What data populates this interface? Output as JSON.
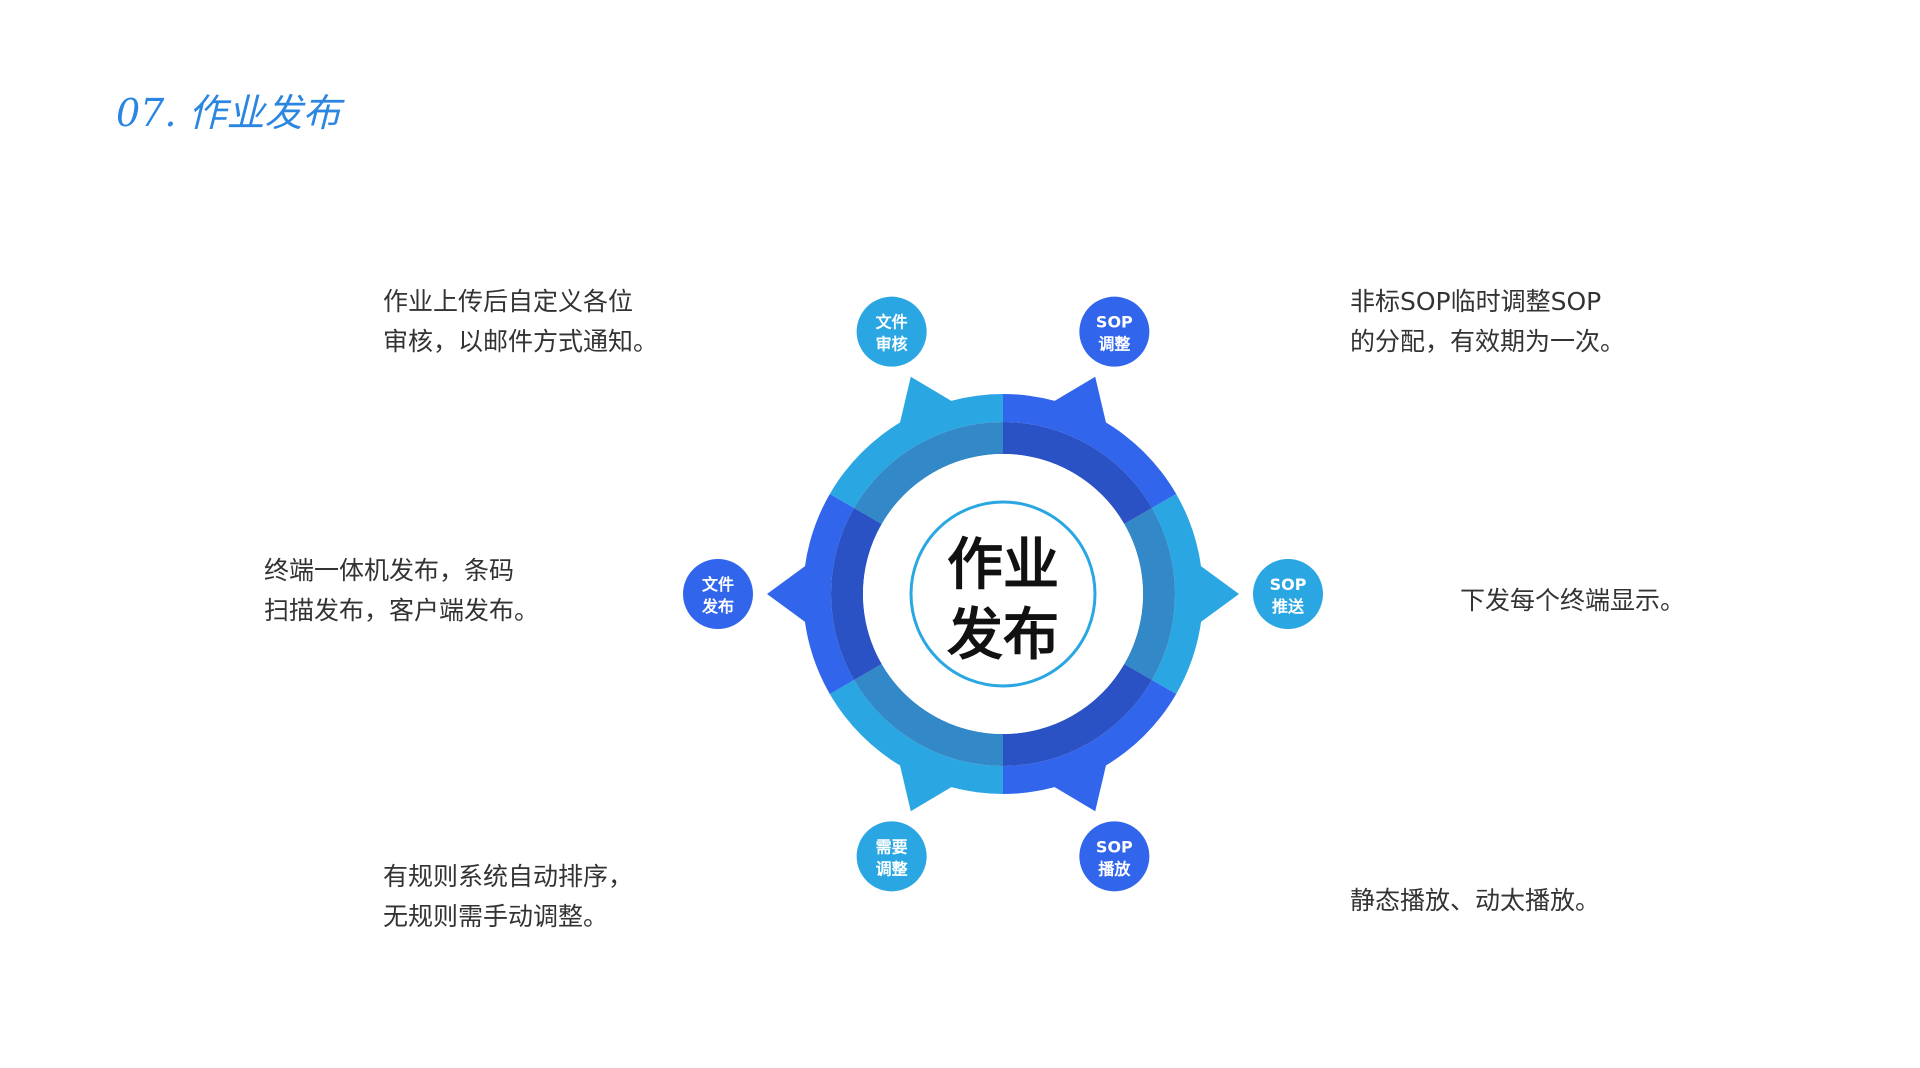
{
  "title": "07. 作业发布",
  "center": {
    "lines": [
      "作业",
      "发布"
    ]
  },
  "colors": {
    "title": "#2a86e0",
    "light_blue": "#2aa6e2",
    "royal_blue": "#3165ec",
    "inner_light": "#3388c8",
    "inner_dark": "#2a52c4",
    "center_ring": "#2aa6e2",
    "text": "#333333"
  },
  "nodes": [
    {
      "id": "file-review",
      "lines": [
        "文件",
        "审核"
      ],
      "color": "#2aa6e2"
    },
    {
      "id": "sop-adjust",
      "lines": [
        "SOP",
        "调整"
      ],
      "color": "#3165ec"
    },
    {
      "id": "sop-push",
      "lines": [
        "SOP",
        "推送"
      ],
      "color": "#2aa6e2"
    },
    {
      "id": "sop-play",
      "lines": [
        "SOP",
        "播放"
      ],
      "color": "#3165ec"
    },
    {
      "id": "need-adjust",
      "lines": [
        "需要",
        "调整"
      ],
      "color": "#2aa6e2"
    },
    {
      "id": "file-publish",
      "lines": [
        "文件",
        "发布"
      ],
      "color": "#3165ec"
    }
  ],
  "descriptions": {
    "top_left": [
      "作业上传后自定义各位",
      "审核，以邮件方式通知。"
    ],
    "top_right": [
      "非标SOP临时调整SOP",
      "的分配，有效期为一次。"
    ],
    "mid_left": [
      "终端一体机发布，条码",
      "扫描发布，客户端发布。"
    ],
    "mid_right": [
      "下发每个终端显示。"
    ],
    "bottom_left": [
      "有规则系统自动排序，",
      "无规则需手动调整。"
    ],
    "bottom_right": [
      "静态播放、动太播放。"
    ]
  }
}
